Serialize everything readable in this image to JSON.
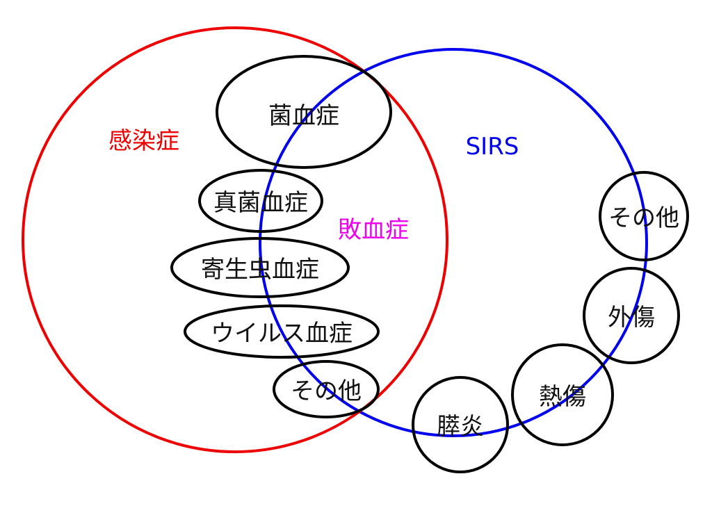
{
  "colors": {
    "infection": "#ee0000",
    "sirs": "#0000ee",
    "sepsis": "#ee00ee",
    "outline": "#000000"
  },
  "sets": {
    "infection": "感染症",
    "sirs": "SIRS",
    "sepsis": "敗血症"
  },
  "infection_items": [
    "菌血症",
    "真菌血症",
    "寄生虫血症",
    "ウイルス血症",
    "その他"
  ],
  "sirs_items": [
    "その他",
    "外傷",
    "熱傷",
    "膵炎"
  ]
}
